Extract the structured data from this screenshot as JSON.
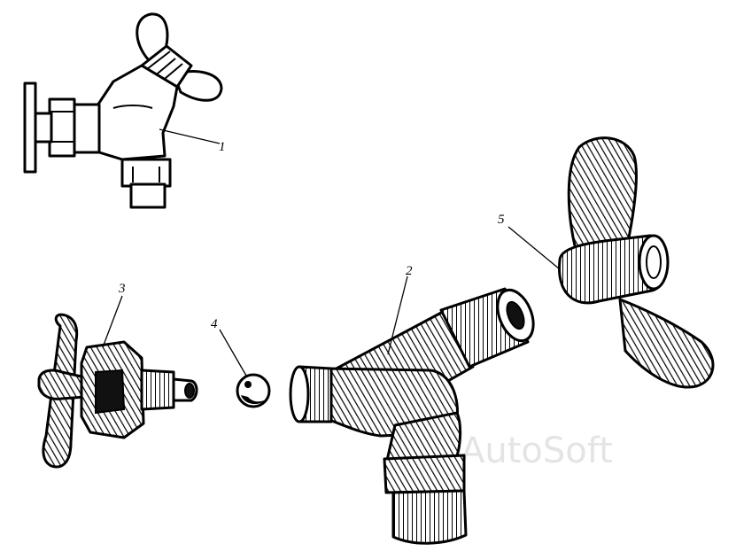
{
  "callouts": {
    "part1": "1",
    "part2": "2",
    "part3": "3",
    "part4": "4",
    "part5": "5"
  },
  "watermark": "AutoSoft",
  "colors": {
    "ink": "#000000",
    "paper": "#ffffff",
    "watermark": "#e4e4e4"
  }
}
